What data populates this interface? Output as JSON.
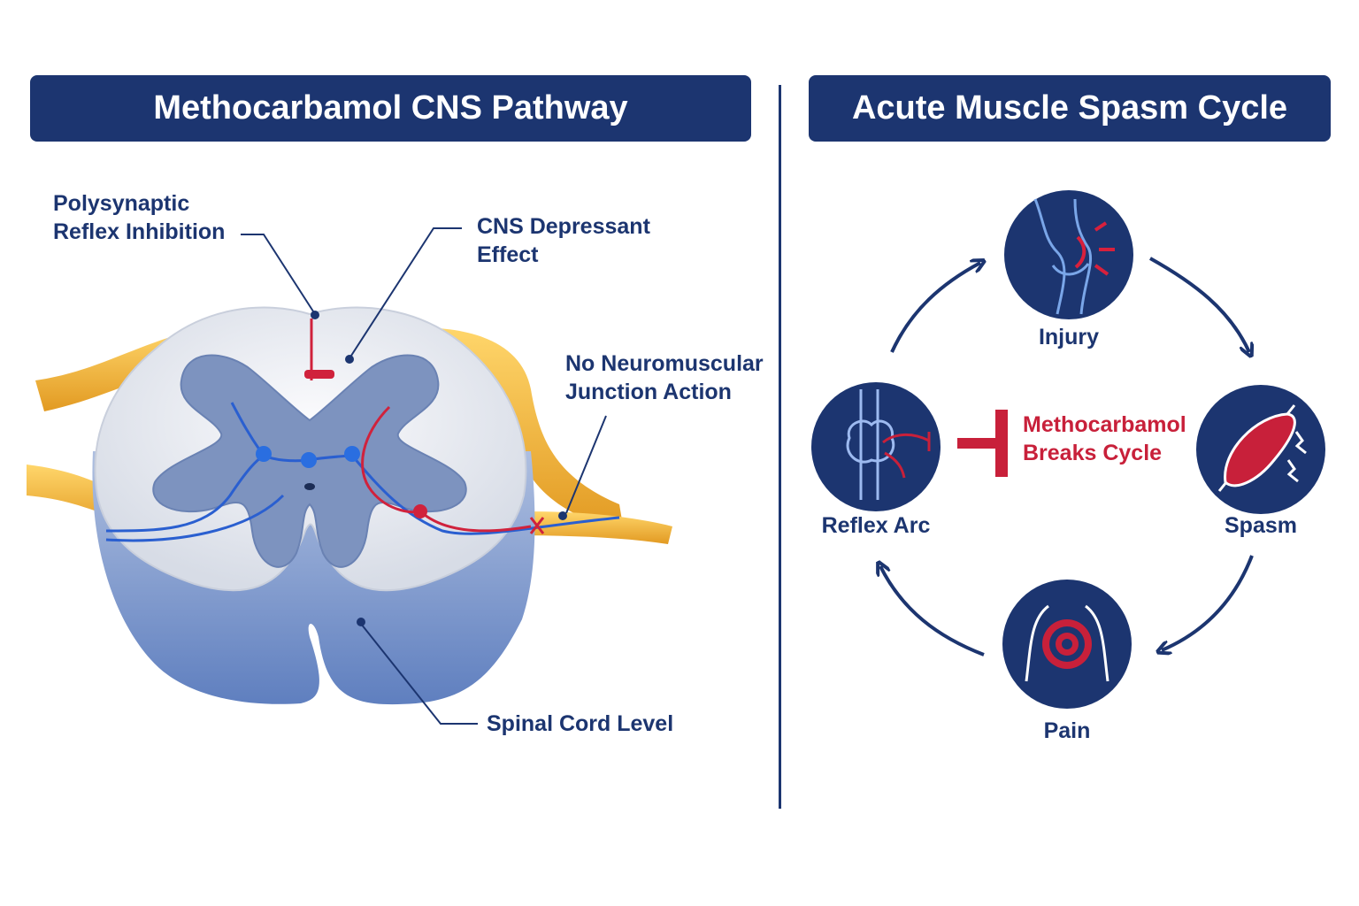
{
  "left_panel": {
    "title": "Methocarbamol CNS Pathway",
    "labels": {
      "polysynaptic_line1": "Polysynaptic",
      "polysynaptic_line2": "Reflex Inhibition",
      "cns_line1": "CNS Depressant",
      "cns_line2": "Effect",
      "nmj_line1": "No Neuromuscular",
      "nmj_line2": "Junction Action",
      "spinal": "Spinal Cord Level"
    }
  },
  "right_panel": {
    "title": "Acute Muscle Spasm Cycle",
    "stages": {
      "injury": "Injury",
      "spasm": "Spasm",
      "pain": "Pain",
      "reflex_arc": "Reflex Arc"
    },
    "intervention_line1": "Methocarbamol",
    "intervention_line2": "Breaks Cycle"
  },
  "colors": {
    "navy": "#1c3570",
    "red": "#c8203a",
    "nerve": "#f2b63c",
    "grey_matter": "#7d93bf",
    "white_matter": "#e8ebf2"
  },
  "icons": [
    "knee-joint-icon",
    "muscle-icon",
    "back-pain-icon",
    "reflex-arc-icon"
  ]
}
